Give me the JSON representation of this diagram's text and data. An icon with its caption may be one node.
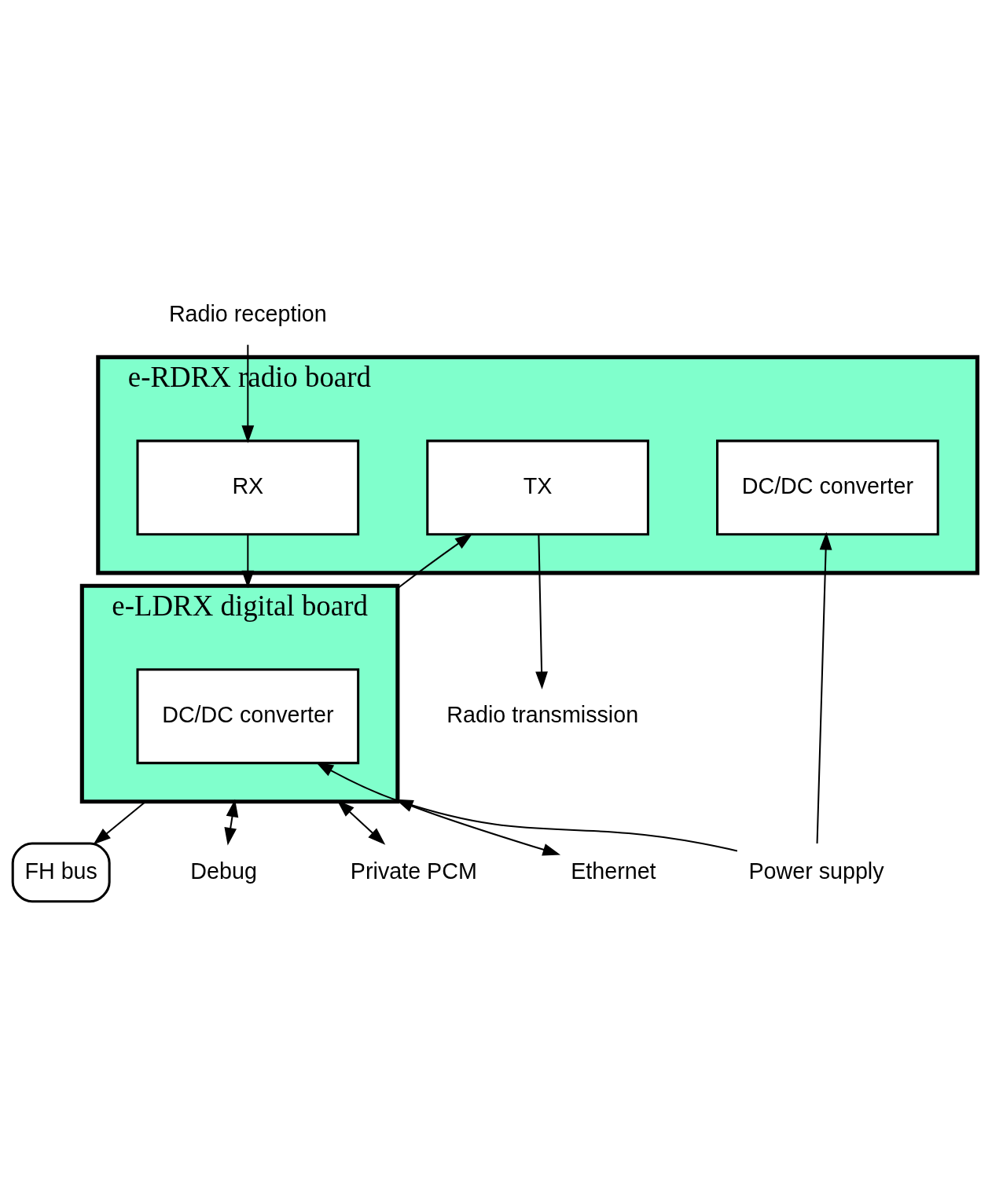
{
  "diagram": {
    "nodes": [
      {
        "text": [
          "Radio reception"
        ]
      },
      {
        "text": [
          "Radio transmission"
        ]
      },
      {
        "text": [
          "e-RDRX radio board"
        ]
      },
      {
        "text": [
          "DC/DC converter"
        ],
        "in": 2
      },
      {
        "text": [
          "RX"
        ],
        "in": 2
      },
      {
        "text": [
          "TX"
        ],
        "in": 2
      },
      {
        "text": [
          "e-LDRX digital board"
        ]
      },
      {
        "text": [
          "DC/DC converter"
        ],
        "in": 6
      },
      {
        "text": [
          "Power supply"
        ]
      },
      {
        "text": [
          "FH bus"
        ]
      },
      {
        "text": [
          "Debug"
        ]
      },
      {
        "text": [
          "Private PCM"
        ]
      },
      {
        "text": [
          "Ethernet"
        ]
      }
    ],
    "edges": [
      {
        "from": 0,
        "to": 4,
        "arrow": "to"
      },
      {
        "from": 5,
        "to": 1,
        "arrow": "to"
      },
      {
        "from": 4,
        "to": 6,
        "arrow": "to"
      },
      {
        "from": 6,
        "to": 5,
        "arrow": "to"
      },
      {
        "from": 8,
        "to": 3,
        "arrow": "to"
      },
      {
        "from": 8,
        "to": 7,
        "arrow": "to"
      },
      {
        "from": 6,
        "to": 9,
        "arrow": "to"
      },
      {
        "from": 6,
        "to": 10,
        "arrow": "both"
      },
      {
        "from": 6,
        "to": 11,
        "arrow": "both"
      },
      {
        "from": 6,
        "to": 12,
        "arrow": "both"
      }
    ]
  }
}
